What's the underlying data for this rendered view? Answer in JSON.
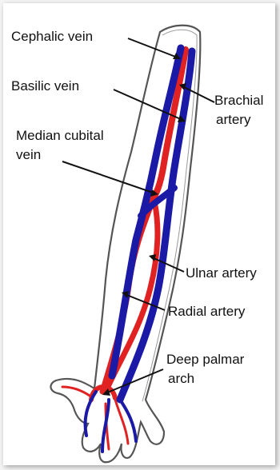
{
  "labels": {
    "cephalic_vein": "Cephalic vein",
    "basilic_vein": "Basilic vein",
    "brachial_artery_line1": "Brachial",
    "brachial_artery_line2": "artery",
    "median_cubital_line1": "Median cubital",
    "median_cubital_line2": "vein",
    "ulnar_artery": "Ulnar artery",
    "radial_artery": "Radial artery",
    "deep_palmar_line1": "Deep palmar",
    "deep_palmar_line2": "arch"
  },
  "colors": {
    "vein": "#1a1aa6",
    "artery": "#e02222",
    "outline": "#555555",
    "text": "#111111"
  }
}
